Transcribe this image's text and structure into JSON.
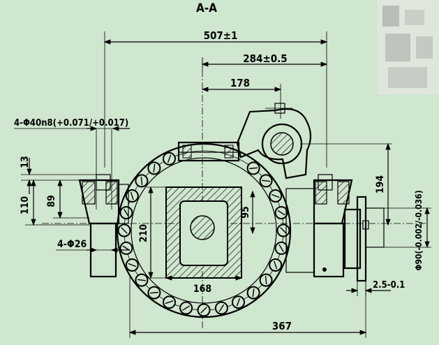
{
  "section_title": "A-A",
  "dimensions": {
    "overall_width": "507±1",
    "offset_width": "284±0.5",
    "top_width": "178",
    "bolt_holes_top": "4-Φ40n8(+0.071/+0.017)",
    "bolt_holes_bottom": "4-Φ26",
    "flange_thickness": "13",
    "base_height_outer": "110",
    "base_height_inner": "89",
    "box_height": "210",
    "box_inner_height": "95",
    "box_inner_width": "168",
    "shaft_height": "194",
    "bottom_width": "367",
    "shaft_diameter": "Φ90(-0.002/-0.036)",
    "flange_offset": "2.5-0.1"
  },
  "colors": {
    "background": "#cfe6cf",
    "ink": "#000000",
    "hatch": "#000000"
  }
}
